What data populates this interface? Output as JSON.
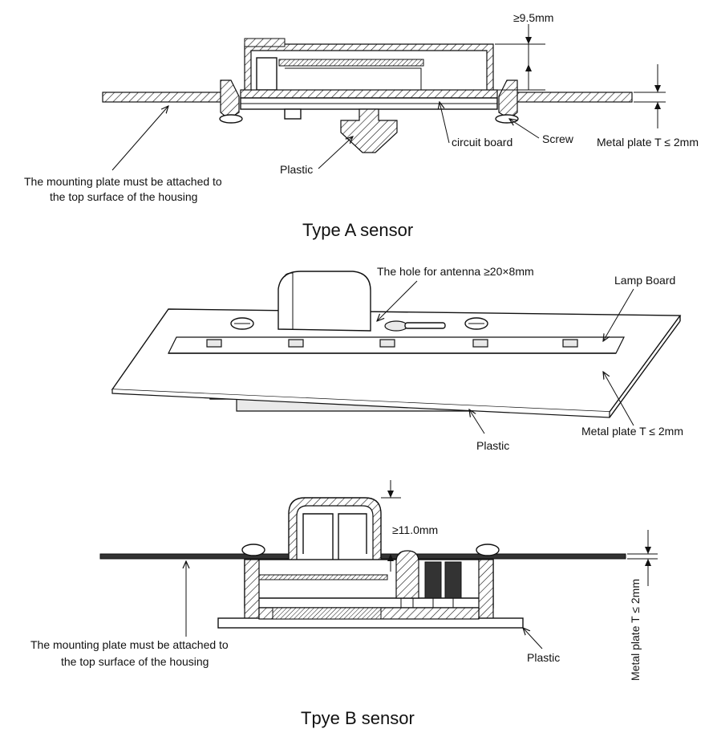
{
  "type_a": {
    "title": "Type A sensor",
    "dim_height": "≥9.5mm",
    "label_mounting_line1": "The mounting plate must be attached to",
    "label_mounting_line2": "the top surface of the housing",
    "label_plastic": "Plastic",
    "label_circuit_board": "circuit board",
    "label_screw": "Screw",
    "label_metal_plate": "Metal plate T ≤ 2mm"
  },
  "type_3d": {
    "label_antenna_hole": "The hole for antenna ≥20×8mm",
    "label_lamp_board": "Lamp Board",
    "label_metal_plate": "Metal plate T ≤ 2mm",
    "label_plastic": "Plastic"
  },
  "type_b": {
    "title": "Tpye B sensor",
    "dim_height": "≥11.0mm",
    "label_mounting_line1": "The mounting plate must be attached to",
    "label_mounting_line2": "the top surface of the housing",
    "label_plastic": "Plastic",
    "label_metal_plate": "Metal plate T ≤ 2mm"
  }
}
